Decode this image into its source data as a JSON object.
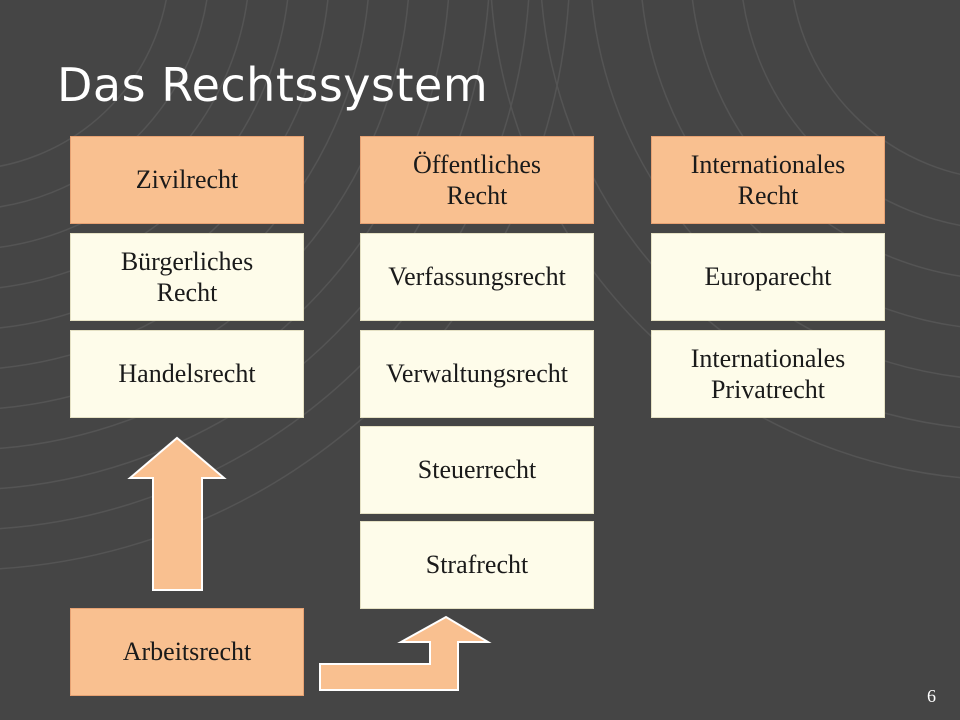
{
  "title": "Das Rechtssystem",
  "slide_number": "6",
  "colors": {
    "background": "#454545",
    "ring_stroke": "#5a5a5a",
    "header_fill": "#f9c090",
    "sub_fill": "#fefcea",
    "arrow_fill": "#f9c090",
    "arrow_stroke": "#ffffff"
  },
  "columns": {
    "civil": {
      "header": "Zivilrecht",
      "items": [
        "Bürgerliches\nRecht",
        "Handelsrecht"
      ]
    },
    "public": {
      "header": "Öffentliches\nRecht",
      "items": [
        "Verfassungsrecht",
        "Verwaltungsrecht",
        "Steuerrecht",
        "Strafrecht"
      ]
    },
    "international": {
      "header": "Internationales\nRecht",
      "items": [
        "Europarecht",
        "Internationales\nPrivatrecht"
      ]
    }
  },
  "labor_law": "Arbeitsrecht",
  "arrows": [
    {
      "name": "arrow-labor-to-civil",
      "direction": "up",
      "from": "Arbeitsrecht",
      "to": "Zivilrecht"
    },
    {
      "name": "arrow-labor-to-public",
      "direction": "right-then-up",
      "from": "Arbeitsrecht",
      "to": "Öffentliches Recht"
    }
  ]
}
